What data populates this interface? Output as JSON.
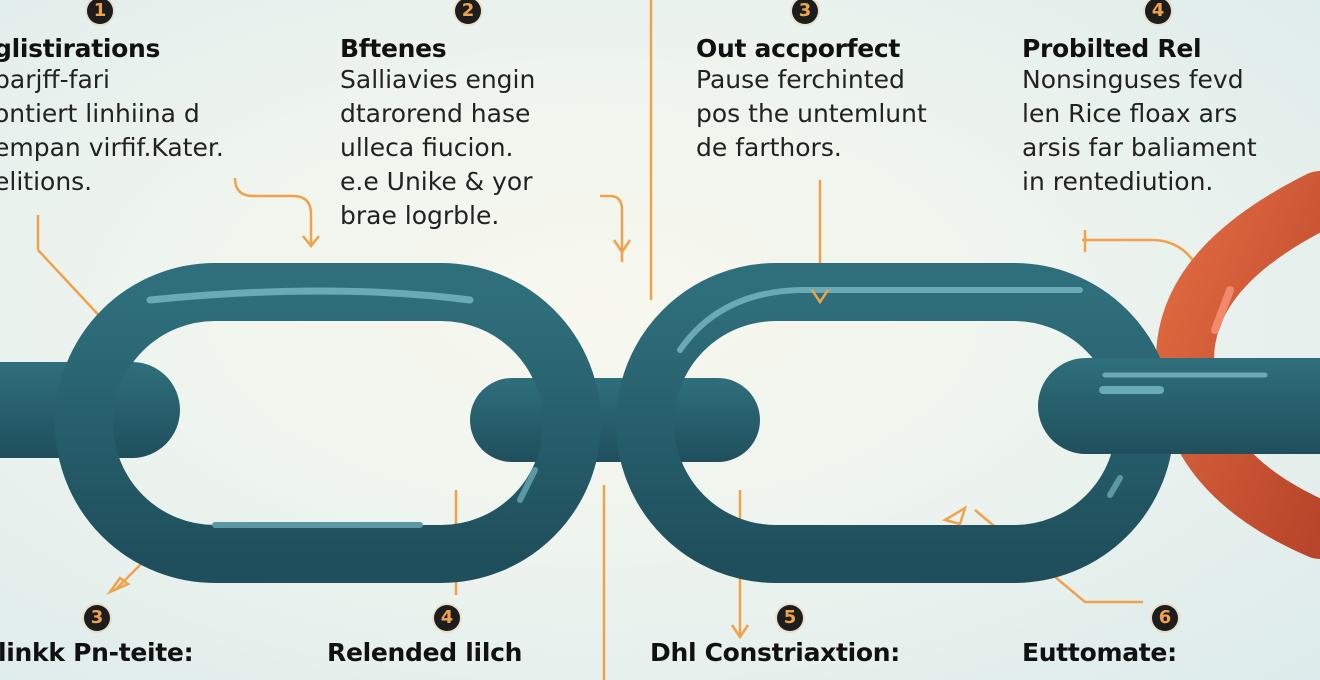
{
  "colors": {
    "chain": "#2d6572",
    "highlight": "#6aaab4",
    "accent_link": "#d4603a",
    "connector": "#f0a24a"
  },
  "top": [
    {
      "number": "1",
      "title": "glistirations",
      "lines": [
        "parjff-fari",
        "ontiert linhiina d",
        "empan virfif.Kater.",
        "elitions."
      ]
    },
    {
      "number": "2",
      "title": "Bftenes",
      "lines": [
        "Salliavies engin",
        "dtarorend hase",
        "ulleca fiucion.",
        "e.e Unike & yor",
        "brae logrble."
      ]
    },
    {
      "number": "3",
      "title": "Out accporfect",
      "lines": [
        "Pause ferchinted",
        "pos the untemlunt",
        "de farthors."
      ]
    },
    {
      "number": "4",
      "title": "Probilted Rel",
      "lines": [
        "Nonsinguses fevd",
        "len Rice floax ars",
        "arsis far baliament",
        "in rentediution."
      ]
    }
  ],
  "bottom": [
    {
      "number": "3",
      "title": "linkk Pn-teite:"
    },
    {
      "number": "4",
      "title": "Relended lilch"
    },
    {
      "number": "5",
      "title": "Dhl Constriaxtion:"
    },
    {
      "number": "6",
      "title": "Euttomate:"
    }
  ]
}
